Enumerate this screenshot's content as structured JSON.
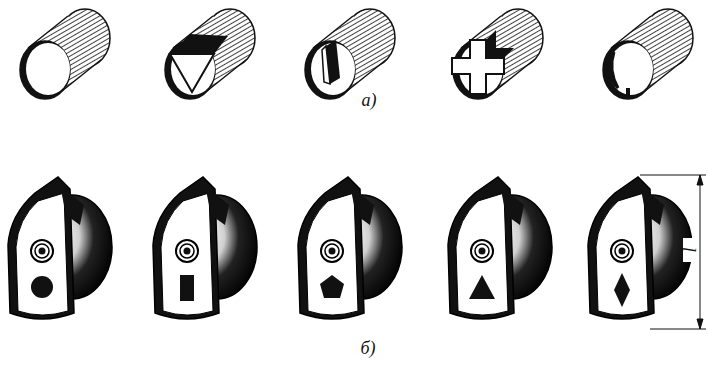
{
  "diagram": {
    "labels": [
      "а)",
      "б)",
      "l"
    ]
  }
}
